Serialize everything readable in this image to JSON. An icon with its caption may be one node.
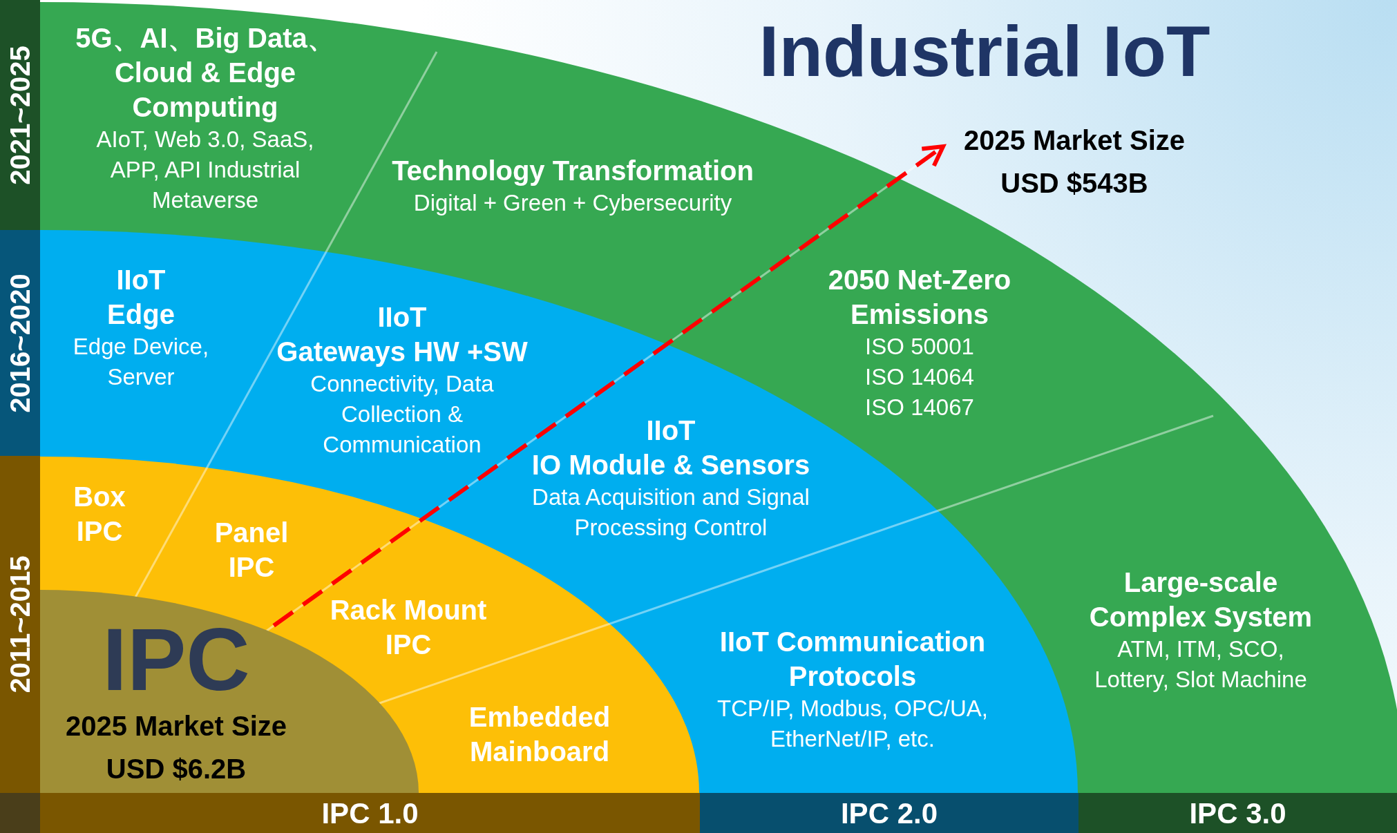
{
  "diagram": {
    "title": "Industrial IoT",
    "nodes": [
      {
        "text": [
          "5G、AI、Big Data、Cloud & Edge Computing",
          "AIoT, Web 3.0, SaaS, APP, API Industrial Metaverse"
        ]
      },
      {
        "text": [
          "Technology Transformation",
          "Digital + Green + Cybersecurity"
        ]
      },
      {
        "text": [
          "2025 Market Size USD $543B"
        ]
      },
      {
        "text": [
          "IIoT",
          "Edge",
          "Edge Device, Server"
        ]
      },
      {
        "text": [
          "IIoT",
          "Gateways HW +SW",
          "Connectivity, Data Collection & Communication"
        ]
      },
      {
        "text": [
          "2050 Net-Zero Emissions",
          "ISO 50001",
          "ISO 14064",
          "ISO 14067"
        ]
      },
      {
        "text": [
          "IIoT",
          "IO Module & Sensors",
          "Data Acquisition and Signal Processing Control"
        ]
      },
      {
        "text": [
          "Box IPC"
        ]
      },
      {
        "text": [
          "Panel IPC"
        ]
      },
      {
        "text": [
          "Rack Mount IPC"
        ]
      },
      {
        "text": [
          "Large-scale Complex System",
          "ATM, ITM, SCO, Lottery, Slot Machine"
        ]
      },
      {
        "text": [
          "IIoT Communication Protocols",
          "TCP/IP, Modbus, OPC/UA, EtherNet/IP, etc."
        ]
      },
      {
        "text": [
          "IPC",
          "2025 Market Size USD $6.2B"
        ]
      },
      {
        "text": [
          "Embedded Mainboard"
        ]
      }
    ],
    "edges": [
      {
        "from": 12,
        "to": 2,
        "arrow": "to",
        "style": "dashed",
        "color": "#ff0000"
      }
    ],
    "labels": [
      "2021~2025",
      "2016~2020",
      "2011~2015",
      "IPC 1.0",
      "IPC 2.0",
      "IPC 3.0"
    ]
  }
}
